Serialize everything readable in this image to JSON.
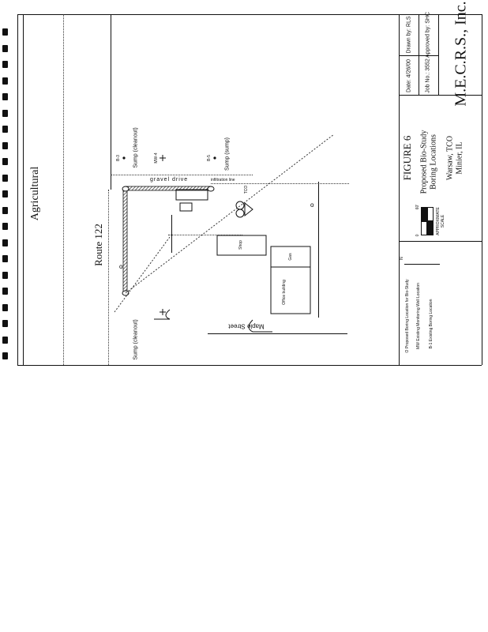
{
  "map": {
    "agricultural": "Agricultural",
    "route": "Route 122",
    "sump_cleanout_top": "Sump (cleanout)",
    "sump_cleanout_bottom": "Sump (cleanout)",
    "sump_sump": "Sump (sump)",
    "gravel_drive": "gravel drive",
    "infiltration_line": "infiltration line",
    "maple_street": "Maple Street",
    "tco": "TCO",
    "office_building": "Office building",
    "gas": "Gas",
    "shop": "Shop",
    "wells": [
      "B-3",
      "MW-4",
      "B-5"
    ]
  },
  "title_block": {
    "drawn_by": "Drawn by: RLS",
    "approved_by": "Approved by: SHC",
    "date": "Date: 4/26/00",
    "job_no": "Job No.: 3552",
    "company": "M.E.C.R.S., Inc.",
    "figure": "FIGURE 6",
    "subtitle_1": "Proposed Bio-Study",
    "subtitle_2": "Boring Locations",
    "site_1": "Warsaw, TCO",
    "site_2": "Minier, IL",
    "scale_label_1": "APPROXIMATE",
    "scale_label_2": "SCALE",
    "scale_start": "0",
    "scale_end": "60'",
    "north": "N"
  },
  "legend": {
    "proposed": "O  Proposed Boring Location for Bio-Study",
    "monitoring": "MW  Existing Monitoring Well Location",
    "boring": "B-1  Existing Boring Location"
  }
}
